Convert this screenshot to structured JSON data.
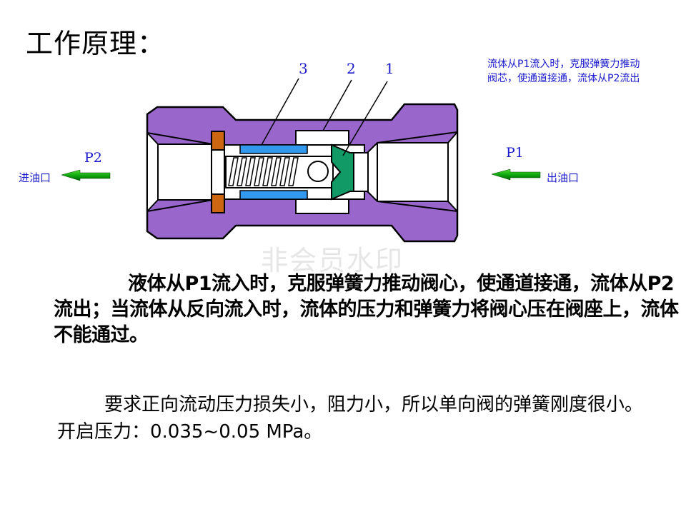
{
  "slide": {
    "title": "工作原理：",
    "annotation_note": "流体从P1流入时，克服弹簧力推动阀芯，使通道接通，流体从P2流出",
    "watermark": "非会员水印"
  },
  "diagram": {
    "part_numbers": [
      "3",
      "2",
      "1"
    ],
    "left_port": {
      "label": "P2",
      "caption": "进油口",
      "arrow": "arrow-left"
    },
    "right_port": {
      "label": "P1",
      "caption": "出油口",
      "arrow": "arrow-left"
    },
    "colors": {
      "body": "#9966cc",
      "spring_guide": "#3399ee",
      "poppet": "#119966",
      "retainer": "#cc6611",
      "arrow": "#11aa11",
      "label_blue": "#1a1acc"
    }
  },
  "body_text": {
    "paragraph1": "液体从P1流入时，克服弹簧力推动阀心，使通道接通，流体从P2流出；当流体从反向流入时，流体的压力和弹簧力将阀心压在阀座上，流体不能通过。",
    "paragraph2": "要求正向流动压力损失小，阻力小，所以单向阀的弹簧刚度很小。开启压力：0.035~0.05 MPa。"
  }
}
